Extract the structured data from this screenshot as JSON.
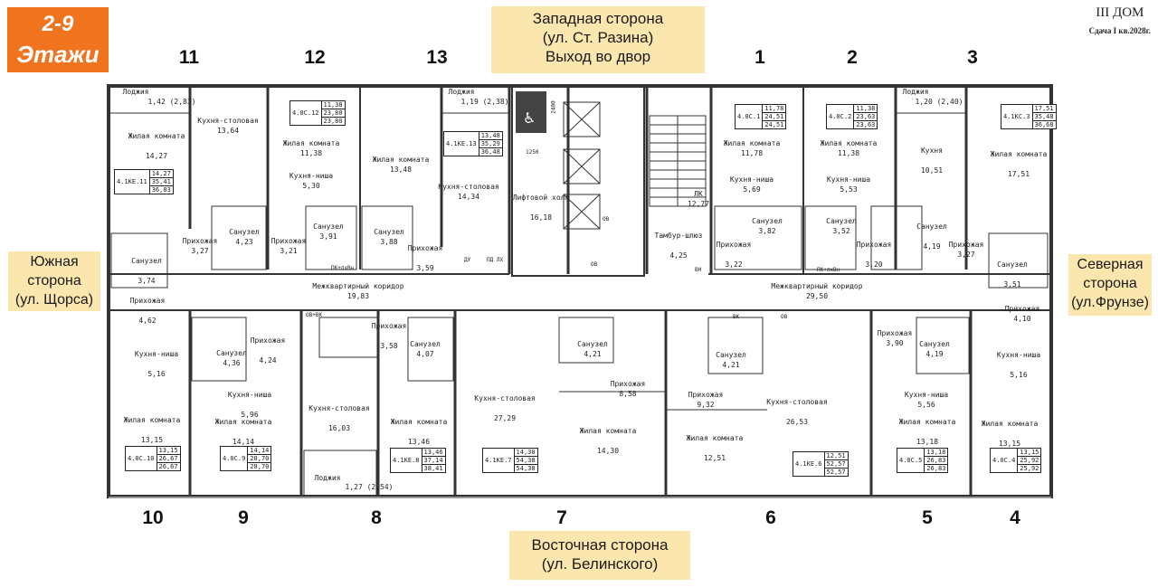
{
  "floor_badge": {
    "line1": "2-9",
    "line2": "Этажи"
  },
  "sides": {
    "west": [
      "Западная сторона",
      "(ул. Ст. Разина)",
      "Выход во двор"
    ],
    "south": [
      "Южная",
      "сторона",
      "(ул. Щорса)"
    ],
    "north": [
      "Северная",
      "сторона",
      "(ул.Фрунзе)"
    ],
    "east": [
      "Восточная сторона",
      "(ул. Белинского)"
    ]
  },
  "house": {
    "title": "III ДОМ",
    "subtitle": "Сдача I кв.2028г."
  },
  "apartment_numbers": {
    "top": [
      "11",
      "12",
      "13",
      "1",
      "2",
      "3"
    ],
    "bottom": [
      "10",
      "9",
      "8",
      "7",
      "6",
      "5",
      "4"
    ]
  },
  "rooms": [
    {
      "id": "r1",
      "name": "Лоджия",
      "area": "1,42 (2,83)"
    },
    {
      "id": "r2",
      "name": "Кухня-столовая",
      "area": "13,64"
    },
    {
      "id": "r3",
      "name": "Жилая комната",
      "area": "14,27"
    },
    {
      "id": "r4",
      "name": "Прихожая",
      "area": "3,27"
    },
    {
      "id": "r5",
      "name": "Санузел",
      "area": "4,23"
    },
    {
      "id": "r6",
      "name": "Санузел",
      "area": "3,74"
    },
    {
      "id": "r7",
      "name": "Жилая комната",
      "area": "11,38"
    },
    {
      "id": "r8",
      "name": "Кухня-ниша",
      "area": "5,30"
    },
    {
      "id": "r9",
      "name": "Прихожая",
      "area": "3,21"
    },
    {
      "id": "r10",
      "name": "Санузел",
      "area": "3,91"
    },
    {
      "id": "r11",
      "name": "Жилая комната",
      "area": "13,48"
    },
    {
      "id": "r12",
      "name": "Санузел",
      "area": "3,88"
    },
    {
      "id": "r13",
      "name": "Прихожая",
      "area": "3,59"
    },
    {
      "id": "r14",
      "name": "Лоджия",
      "area": "1,19 (2,38)"
    },
    {
      "id": "r15",
      "name": "Кухня-столовая",
      "area": "14,34"
    },
    {
      "id": "r16",
      "name": "Лифтовой холл",
      "area": "16,18"
    },
    {
      "id": "r17",
      "name": "ЛК",
      "area": "12,77"
    },
    {
      "id": "r18",
      "name": "Тамбур-шлюз",
      "area": "4,25"
    },
    {
      "id": "r19",
      "name": "Жилая комната",
      "area": "11,78"
    },
    {
      "id": "r20",
      "name": "Кухня-ниша",
      "area": "5,69"
    },
    {
      "id": "r21",
      "name": "Санузел",
      "area": "3,82"
    },
    {
      "id": "r22",
      "name": "Прихожая",
      "area": "3,22"
    },
    {
      "id": "r23",
      "name": "Жилая комната",
      "area": "11,38"
    },
    {
      "id": "r24",
      "name": "Кухня-ниша",
      "area": "5,53"
    },
    {
      "id": "r25",
      "name": "Санузел",
      "area": "3,52"
    },
    {
      "id": "r26",
      "name": "Прихожая",
      "area": "3,20"
    },
    {
      "id": "r27",
      "name": "Лоджия",
      "area": "1,20 (2,40)"
    },
    {
      "id": "r28",
      "name": "Кухня",
      "area": "10,51"
    },
    {
      "id": "r29",
      "name": "Санузел",
      "area": "4,19"
    },
    {
      "id": "r30",
      "name": "Прихожая",
      "area": "3,27"
    },
    {
      "id": "r31",
      "name": "Жилая комната",
      "area": "17,51"
    },
    {
      "id": "r32",
      "name": "Санузел",
      "area": "3,51"
    },
    {
      "id": "r33",
      "name": "Межквартирный коридор",
      "area": "19,83"
    },
    {
      "id": "r34",
      "name": "Межквартирный коридор",
      "area": "29,50"
    },
    {
      "id": "r35",
      "name": "Прихожая",
      "area": "4,62"
    },
    {
      "id": "r36",
      "name": "Кухня-ниша",
      "area": "5,16"
    },
    {
      "id": "r37",
      "name": "Жилая комната",
      "area": "13,15"
    },
    {
      "id": "r38",
      "name": "Санузел",
      "area": "4,36"
    },
    {
      "id": "r39",
      "name": "Прихожая",
      "area": "4,24"
    },
    {
      "id": "r40",
      "name": "Кухня-ниша",
      "area": "5,96"
    },
    {
      "id": "r41",
      "name": "Жилая комната",
      "area": "14,14"
    },
    {
      "id": "r42",
      "name": "Прихожая",
      "area": "3,58"
    },
    {
      "id": "r43",
      "name": "Кухня-столовая",
      "area": "16,03"
    },
    {
      "id": "r44",
      "name": "Лоджия",
      "area": "1,27 (2,54)"
    },
    {
      "id": "r45",
      "name": "Санузел",
      "area": "4,07"
    },
    {
      "id": "r46",
      "name": "Жилая комната",
      "area": "13,46"
    },
    {
      "id": "r47",
      "name": "Кухня-столовая",
      "area": "27,29"
    },
    {
      "id": "r48",
      "name": "Санузел",
      "area": "4,21"
    },
    {
      "id": "r49",
      "name": "Прихожая",
      "area": "8,58"
    },
    {
      "id": "r50",
      "name": "Жилая комната",
      "area": "14,30"
    },
    {
      "id": "r51",
      "name": "Санузел",
      "area": "4,21"
    },
    {
      "id": "r52",
      "name": "Прихожая",
      "area": "9,32"
    },
    {
      "id": "r53",
      "name": "Жилая комната",
      "area": "12,51"
    },
    {
      "id": "r54",
      "name": "Кухня-столовая",
      "area": "26,53"
    },
    {
      "id": "r55",
      "name": "Прихожая",
      "area": "3,90"
    },
    {
      "id": "r56",
      "name": "Санузел",
      "area": "4,19"
    },
    {
      "id": "r57",
      "name": "Кухня-ниша",
      "area": "5,56"
    },
    {
      "id": "r58",
      "name": "Жилая комната",
      "area": "13,18"
    },
    {
      "id": "r59",
      "name": "Прихожая",
      "area": "4,10"
    },
    {
      "id": "r60",
      "name": "Кухня-ниша",
      "area": "5,16"
    },
    {
      "id": "r61",
      "name": "Жилая комната",
      "area": "13,15"
    }
  ],
  "apartment_tables": [
    {
      "id": "t11",
      "code": "4.1КЕ.11",
      "v": [
        "14,27",
        "35,41",
        "36,83"
      ]
    },
    {
      "id": "t12",
      "code": "4.0С.12",
      "v": [
        "11,38",
        "23,80",
        "23,80"
      ]
    },
    {
      "id": "t13",
      "code": "4.1КЕ.13",
      "v": [
        "13,48",
        "35,29",
        "36,48"
      ]
    },
    {
      "id": "t1",
      "code": "4.0С.1",
      "v": [
        "11,78",
        "24,51",
        "24,51"
      ]
    },
    {
      "id": "t2",
      "code": "4.0С.2",
      "v": [
        "11,38",
        "23,63",
        "23,63"
      ]
    },
    {
      "id": "t3",
      "code": "4.1КС.3",
      "v": [
        "17,51",
        "35,48",
        "36,68"
      ]
    },
    {
      "id": "t10",
      "code": "4.0С.10",
      "v": [
        "13,15",
        "26,67",
        "26,67"
      ]
    },
    {
      "id": "t9",
      "code": "4.0С.9",
      "v": [
        "14,14",
        "28,70",
        "28,70"
      ]
    },
    {
      "id": "t8",
      "code": "4.1КЕ.8",
      "v": [
        "13,46",
        "37,14",
        "38,41"
      ]
    },
    {
      "id": "t7",
      "code": "4.1КЕ.7",
      "v": [
        "14,30",
        "54,38",
        "54,38"
      ]
    },
    {
      "id": "t6",
      "code": "4.1КЕ.6",
      "v": [
        "12,51",
        "52,57",
        "52,57"
      ]
    },
    {
      "id": "t5",
      "code": "4.0С.5",
      "v": [
        "13,18",
        "26,83",
        "26,83"
      ]
    },
    {
      "id": "t4",
      "code": "4.0С.4",
      "v": [
        "13,15",
        "25,92",
        "25,92"
      ]
    }
  ],
  "small_labels": {
    "dim1": "2400",
    "dim2": "1250",
    "ov1": "ОВ",
    "ov2": "ОВ",
    "du": "ДУ",
    "pdlh": "ПД ЛХ",
    "ovvk": "ОВ+ВК",
    "vk": "ВК",
    "ov3": "ОВ",
    "pklkh": "ПК+лхВн",
    "pklkh2": "ПК+лхВн",
    "vn": "ВН"
  }
}
